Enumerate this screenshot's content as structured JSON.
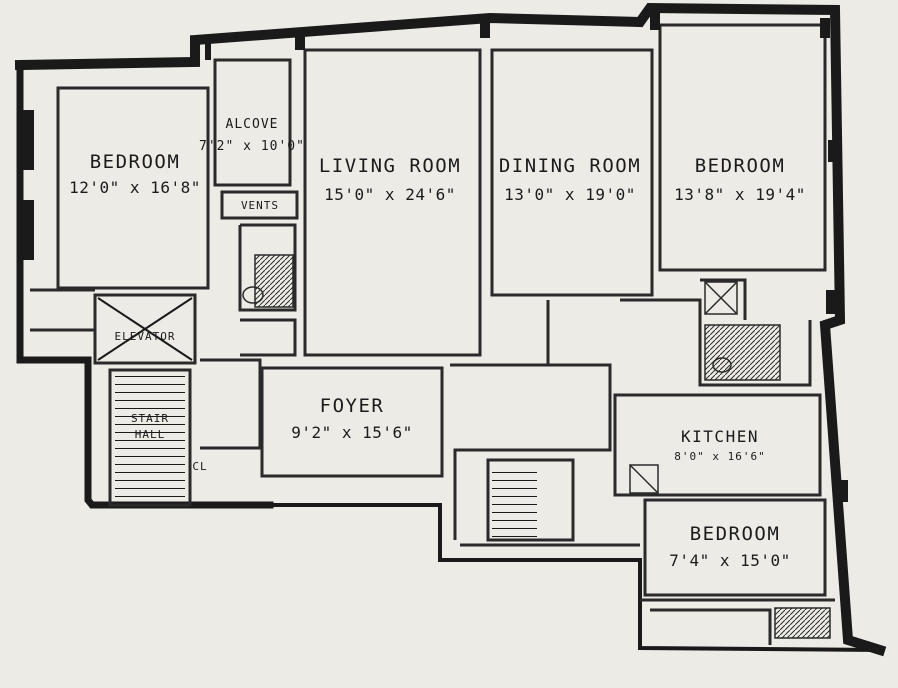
{
  "colors": {
    "paper": "#ecebe6",
    "wall": "#1a1a1a",
    "line": "#2a2a2a",
    "fixture": "#3a3a3a"
  },
  "rooms": {
    "bedroom_west": {
      "name": "BEDROOM",
      "dims": "12'0\" x 16'8\""
    },
    "alcove": {
      "name": "ALCOVE",
      "dims": "7'2\" x 10'0\""
    },
    "living_room": {
      "name": "LIVING ROOM",
      "dims": "15'0\" x 24'6\""
    },
    "dining_room": {
      "name": "DINING ROOM",
      "dims": "13'0\" x 19'0\""
    },
    "bedroom_east": {
      "name": "BEDROOM",
      "dims": "13'8\" x 19'4\""
    },
    "foyer": {
      "name": "FOYER",
      "dims": "9'2\" x 15'6\""
    },
    "kitchen": {
      "name": "KITCHEN",
      "dims": "8'0\" x 16'6\""
    },
    "bedroom_south": {
      "name": "BEDROOM",
      "dims": "7'4\" x 15'0\""
    }
  },
  "labels": {
    "elevator": "ELEVATOR",
    "stair_hall": "STAIR",
    "stair_hall_2": "HALL",
    "vents": "VENTS",
    "closet": "CL"
  }
}
